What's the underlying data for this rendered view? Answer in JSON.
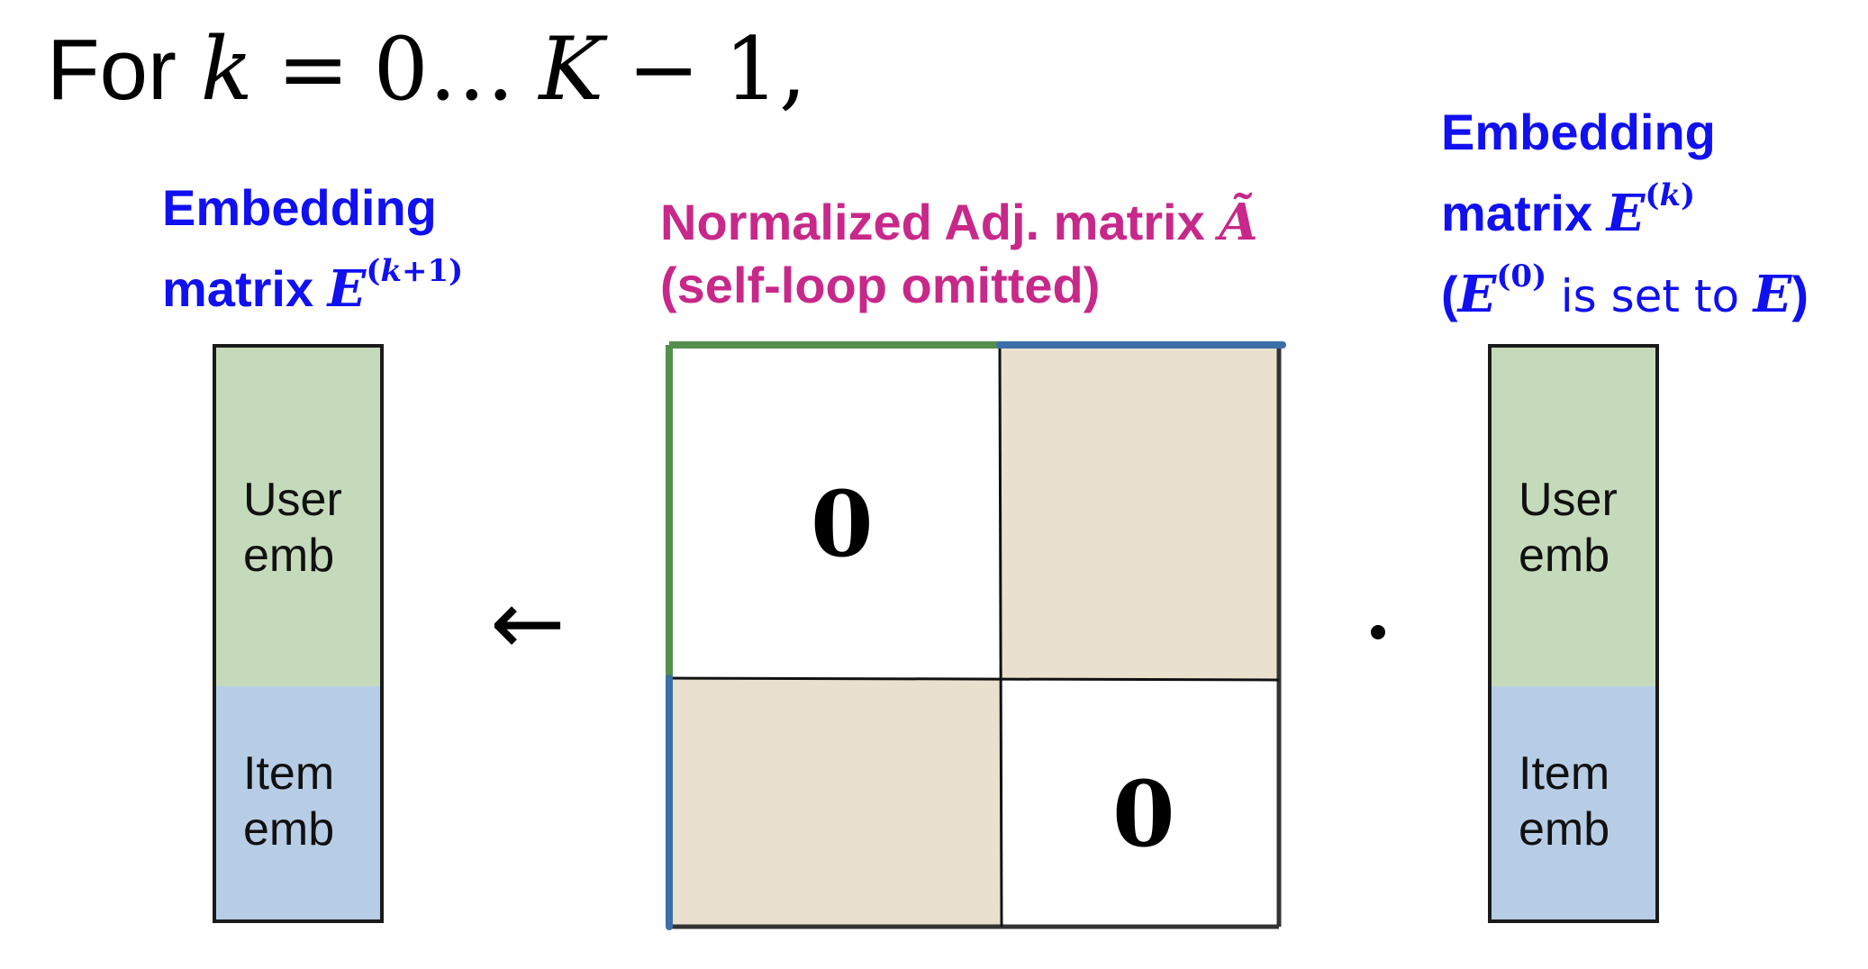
{
  "title": {
    "for_word": "For",
    "k_var": "k",
    "equals": "=",
    "zero": "0",
    "ellipsis": "…",
    "K_var": "K",
    "minus": "−",
    "one": "1,"
  },
  "left_label": {
    "line1": "Embedding",
    "line2_text": "matrix",
    "symbol": "E",
    "superscript_open": "(",
    "superscript_var": "k",
    "superscript_rest": "+1)"
  },
  "center_label": {
    "line1_text": "Normalized Adj. matrix",
    "symbol": "Ã",
    "line2": "(self-loop omitted)"
  },
  "right_label": {
    "line1": "Embedding",
    "line2_text": "matrix",
    "symbol": "E",
    "superscript_open": "(",
    "superscript_var": "k",
    "superscript_close": ")",
    "line3_open": "(",
    "line3_symbol": "E",
    "line3_sup": "(0)",
    "line3_text": "is set to",
    "line3_symbol2": "E",
    "line3_close": ")"
  },
  "left_column": {
    "user_label": "User\nemb",
    "item_label": "Item\nemb"
  },
  "right_column": {
    "user_label": "User\nemb",
    "item_label": "Item\nemb"
  },
  "matrix": {
    "top_left_value": "0",
    "bottom_right_value": "0"
  },
  "operators": {
    "assign_arrow": "←",
    "dot_product": "·"
  },
  "colors": {
    "user_fill": "#c5dabb",
    "item_fill": "#b7cde6",
    "offdiag_fill": "#e9e1cd",
    "blue_label": "#1010f0",
    "magenta_label": "#c8288a",
    "green_edge": "#548f4d",
    "blue_edge": "#3c6ea8"
  }
}
